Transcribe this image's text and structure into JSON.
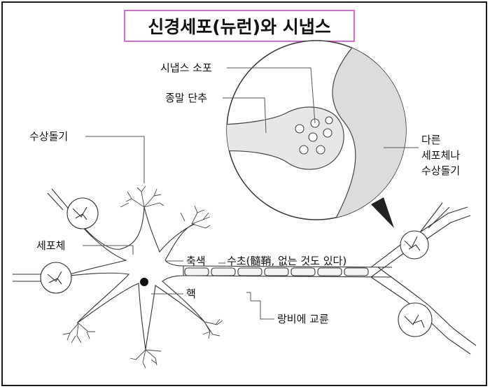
{
  "title": "신경세포(뉴런)와 시냅스",
  "labels": {
    "synaptic_vesicle": "시냅스 소포",
    "terminal_button": "종말 단추",
    "other_cell_1": "다른",
    "other_cell_2": "세포체나",
    "other_cell_3": "수상돌기",
    "dendrite": "수상돌기",
    "cell_body": "세포체",
    "axon": "축색",
    "nucleus": "핵",
    "myelin": "수초(髓鞘, 없는 것도 있다)",
    "node_of_ranvier": "랑비에 교륜"
  },
  "colors": {
    "line": "#333333",
    "shade": "#dcdcdc",
    "title_border": "#d66cd4"
  }
}
